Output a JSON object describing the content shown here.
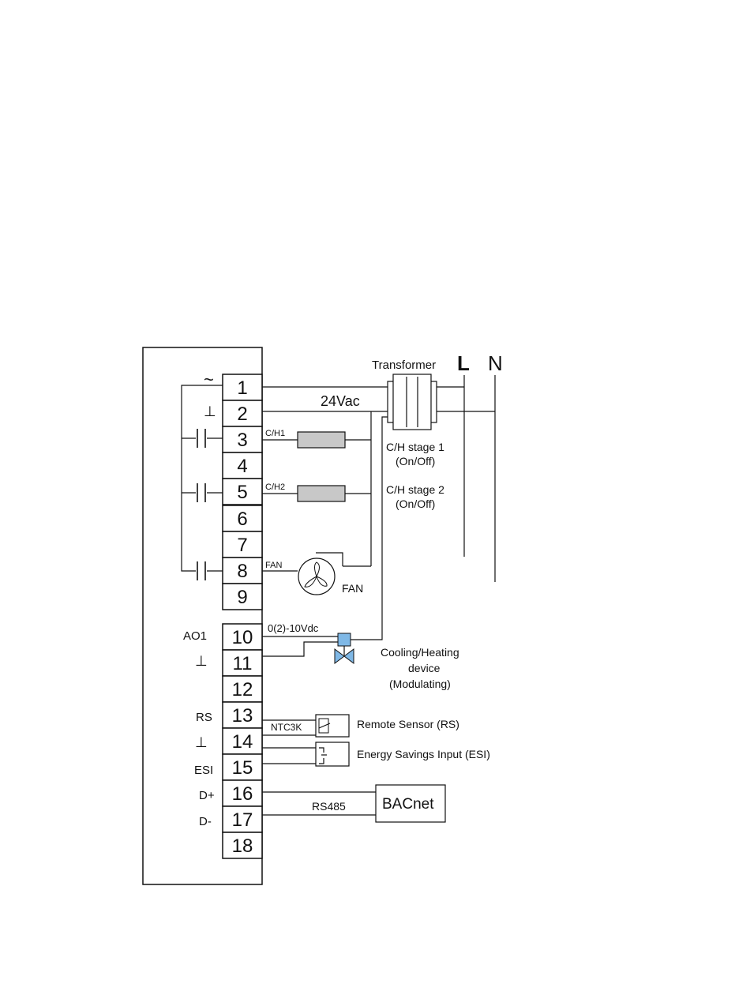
{
  "terminals": [
    "1",
    "2",
    "3",
    "4",
    "5",
    "6",
    "7",
    "8",
    "9",
    "10",
    "11",
    "12",
    "13",
    "14",
    "15",
    "16",
    "17",
    "18"
  ],
  "left_labels": {
    "t1": "~",
    "t2": "⊥",
    "ao1": "AO1",
    "t11": "⊥",
    "rs": "RS",
    "t14": "⊥",
    "esi": "ESI",
    "dplus": "D+",
    "dminus": "D-"
  },
  "power": {
    "transformer": "Transformer",
    "line": "L",
    "neutral": "N",
    "voltage": "24Vac"
  },
  "wires": {
    "ch1": "C/H1",
    "ch2": "C/H2",
    "fan": "FAN",
    "analog": "0(2)-10Vdc",
    "ntc": "NTC3K",
    "rs485": "RS485"
  },
  "devices": {
    "stage1_line1": "C/H stage 1",
    "stage1_line2": "(On/Off)",
    "stage2_line1": "C/H stage 2",
    "stage2_line2": "(On/Off)",
    "fan_label": "FAN",
    "valve_line1": "Cooling/Heating",
    "valve_line2": "device",
    "valve_line3": "(Modulating)",
    "remote_sensor": "Remote Sensor (RS)",
    "esi_input": "Energy Savings Input (ESI)",
    "bacnet": "BACnet"
  },
  "colors": {
    "coil_fill": "#c8c8c8",
    "valve_fill": "#7fb8e6",
    "line": "#111111"
  }
}
